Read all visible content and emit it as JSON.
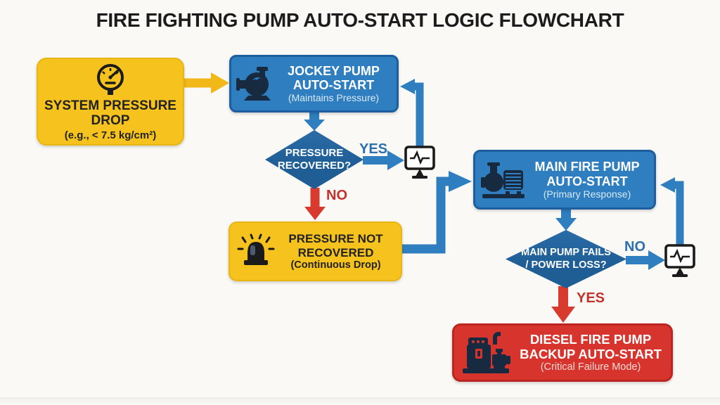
{
  "title": "FIRE FIGHTING PUMP AUTO-START LOGIC FLOWCHART",
  "colors": {
    "bg": "#FBF9F5",
    "ink": "#1C1C1C",
    "yellow": "#F6C31E",
    "yellow_border": "#E9B512",
    "blue": "#2E7EC0",
    "blue_border": "#1D5F9E",
    "blue_dark": "#1F5E95",
    "red": "#D8342E",
    "red_border": "#BE2420",
    "arrow_blue": "#2E7EC0",
    "arrow_red": "#D93A2E",
    "arrow_yellow": "#F2B818",
    "icon_dark": "#172A40",
    "icon_black": "#1B1B1B",
    "label_blue": "#2C6FB0",
    "label_red": "#C5322C",
    "subtitle_on_blue": "#D9EAF8",
    "subtitle_on_red": "#F6DAD6"
  },
  "nodes": {
    "system_pressure_drop": {
      "icon": "pressure-gauge-icon",
      "line1": "SYSTEM PRESSURE",
      "line2": "DROP",
      "subtitle": "(e.g., < 7.5 kg/cm²)"
    },
    "jockey_pump": {
      "icon": "pump-icon",
      "line1": "JOCKEY PUMP",
      "line2": "AUTO-START",
      "subtitle": "(Maintains Pressure)"
    },
    "pressure_recovered": {
      "line1": "PRESSURE",
      "line2": "RECOVERED?"
    },
    "pressure_not_recovered": {
      "icon": "alarm-siren-icon",
      "line1": "PRESSURE NOT",
      "line2": "RECOVERED",
      "subtitle": "(Continuous Drop)"
    },
    "main_fire_pump": {
      "icon": "pump-motor-icon",
      "line1": "MAIN FIRE PUMP",
      "line2": "AUTO-START",
      "subtitle": "(Primary Response)"
    },
    "main_pump_fails": {
      "line1": "MAIN PUMP FAILS",
      "line2": "/ POWER LOSS?"
    },
    "diesel_fire_pump": {
      "icon": "diesel-engine-icon",
      "line1": "DIESEL FIRE PUMP",
      "line2": "BACKUP AUTO-START",
      "subtitle": "(Critical Failure Mode)"
    }
  },
  "edge_labels": {
    "yes1": "YES",
    "no1": "NO",
    "no2": "NO",
    "yes2": "YES"
  },
  "monitors": {
    "monitor1": "status-monitor-icon",
    "monitor2": "status-monitor-icon"
  }
}
